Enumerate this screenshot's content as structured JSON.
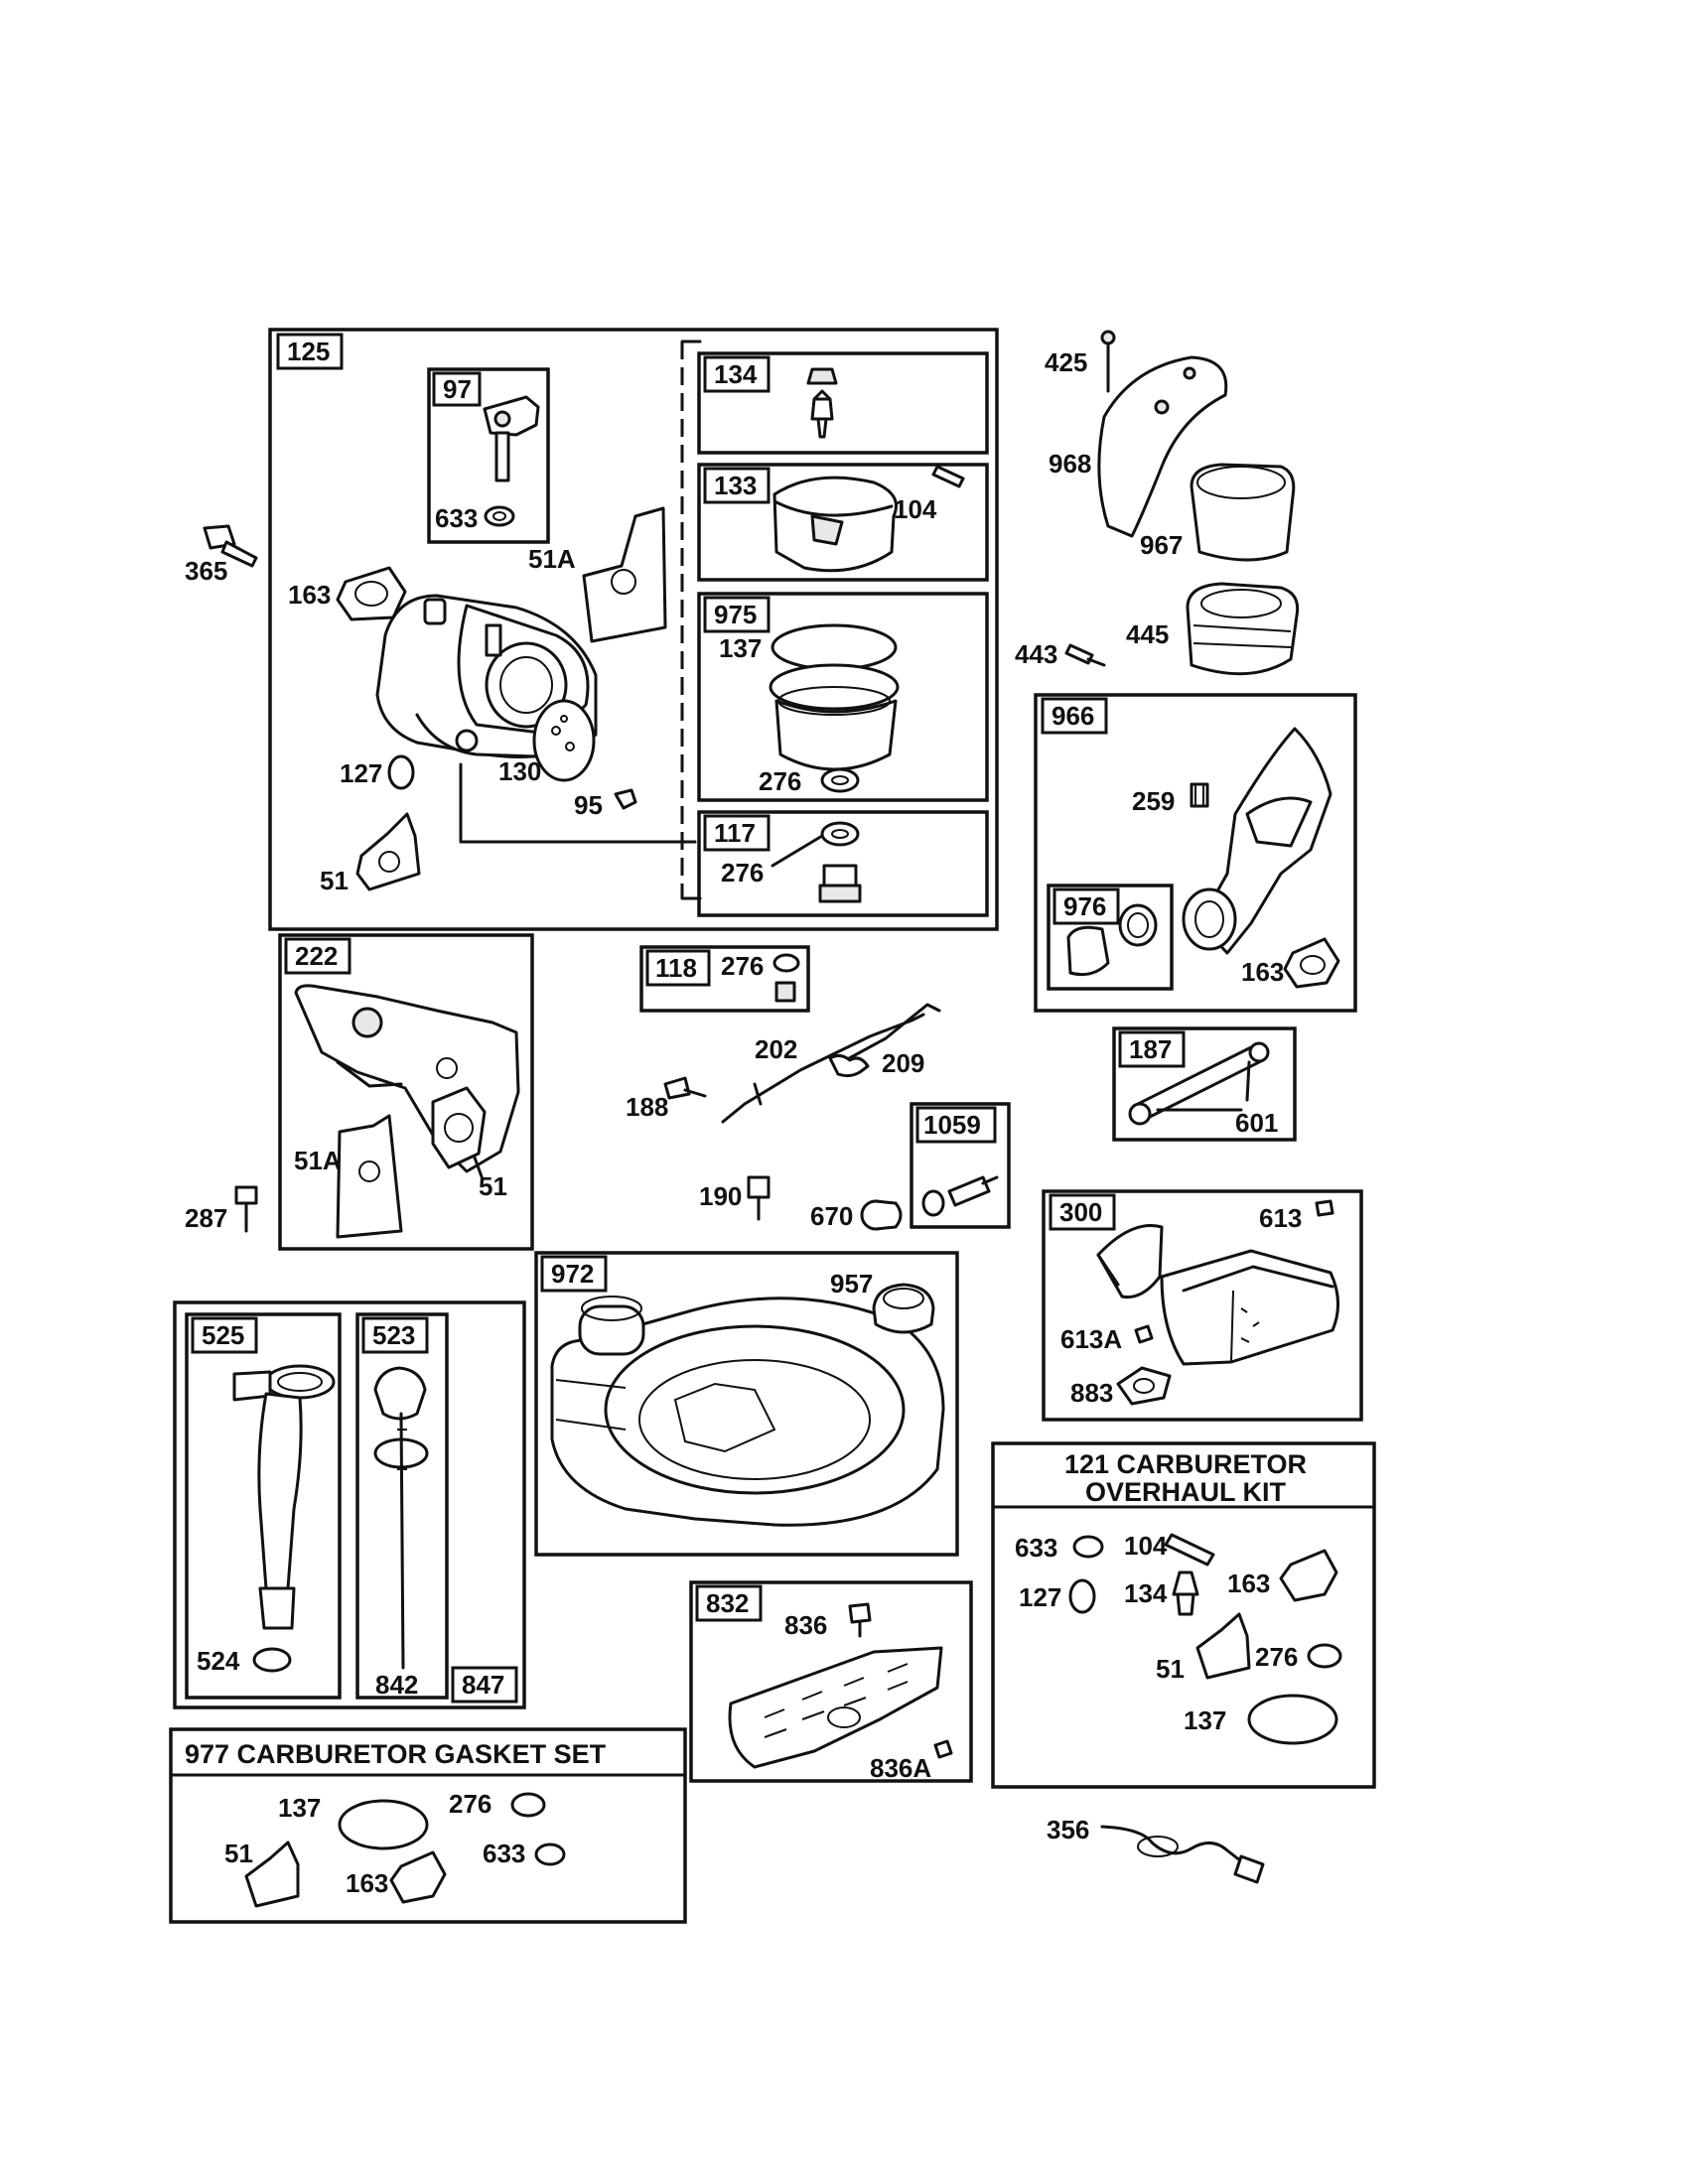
{
  "boxes": {
    "b125": "125",
    "b97": "97",
    "b134": "134",
    "b133": "133",
    "b975": "975",
    "b117": "117",
    "b966": "966",
    "b976": "976",
    "b222": "222",
    "b118": "118",
    "b187": "187",
    "b1059": "1059",
    "b300": "300",
    "b972": "972",
    "b525": "525",
    "b523": "523",
    "b847": "847",
    "b832": "832"
  },
  "kits": {
    "overhaul_line1": "121 CARBURETOR",
    "overhaul_line2": "OVERHAUL KIT",
    "gasket_set": "977 CARBURETOR  GASKET SET"
  },
  "labels": {
    "l425": "425",
    "l968": "968",
    "l967": "967",
    "l445": "445",
    "l443": "443",
    "l365": "365",
    "l633a": "633",
    "l51Aa": "51A",
    "l163a": "163",
    "l104a": "104",
    "l137a": "137",
    "l276a": "276",
    "l127a": "127",
    "l130": "130",
    "l95": "95",
    "l51a": "51",
    "l276b": "276",
    "l259": "259",
    "l163b": "163",
    "l276c": "276",
    "l202": "202",
    "l209": "209",
    "l188": "188",
    "l601": "601",
    "l51Ab": "51A",
    "l51b": "51",
    "l287": "287",
    "l190": "190",
    "l670": "670",
    "l613": "613",
    "l613A": "613A",
    "l883": "883",
    "l957": "957",
    "l524": "524",
    "l842": "842",
    "l633b": "633",
    "l104b": "104",
    "l127b": "127",
    "l134": "134",
    "l163c": "163",
    "l51c": "51",
    "l276d": "276",
    "l137b": "137",
    "l836": "836",
    "l836A": "836A",
    "l137c": "137",
    "l276e": "276",
    "l51d": "51",
    "l633c": "633",
    "l163d": "163",
    "l356": "356"
  }
}
